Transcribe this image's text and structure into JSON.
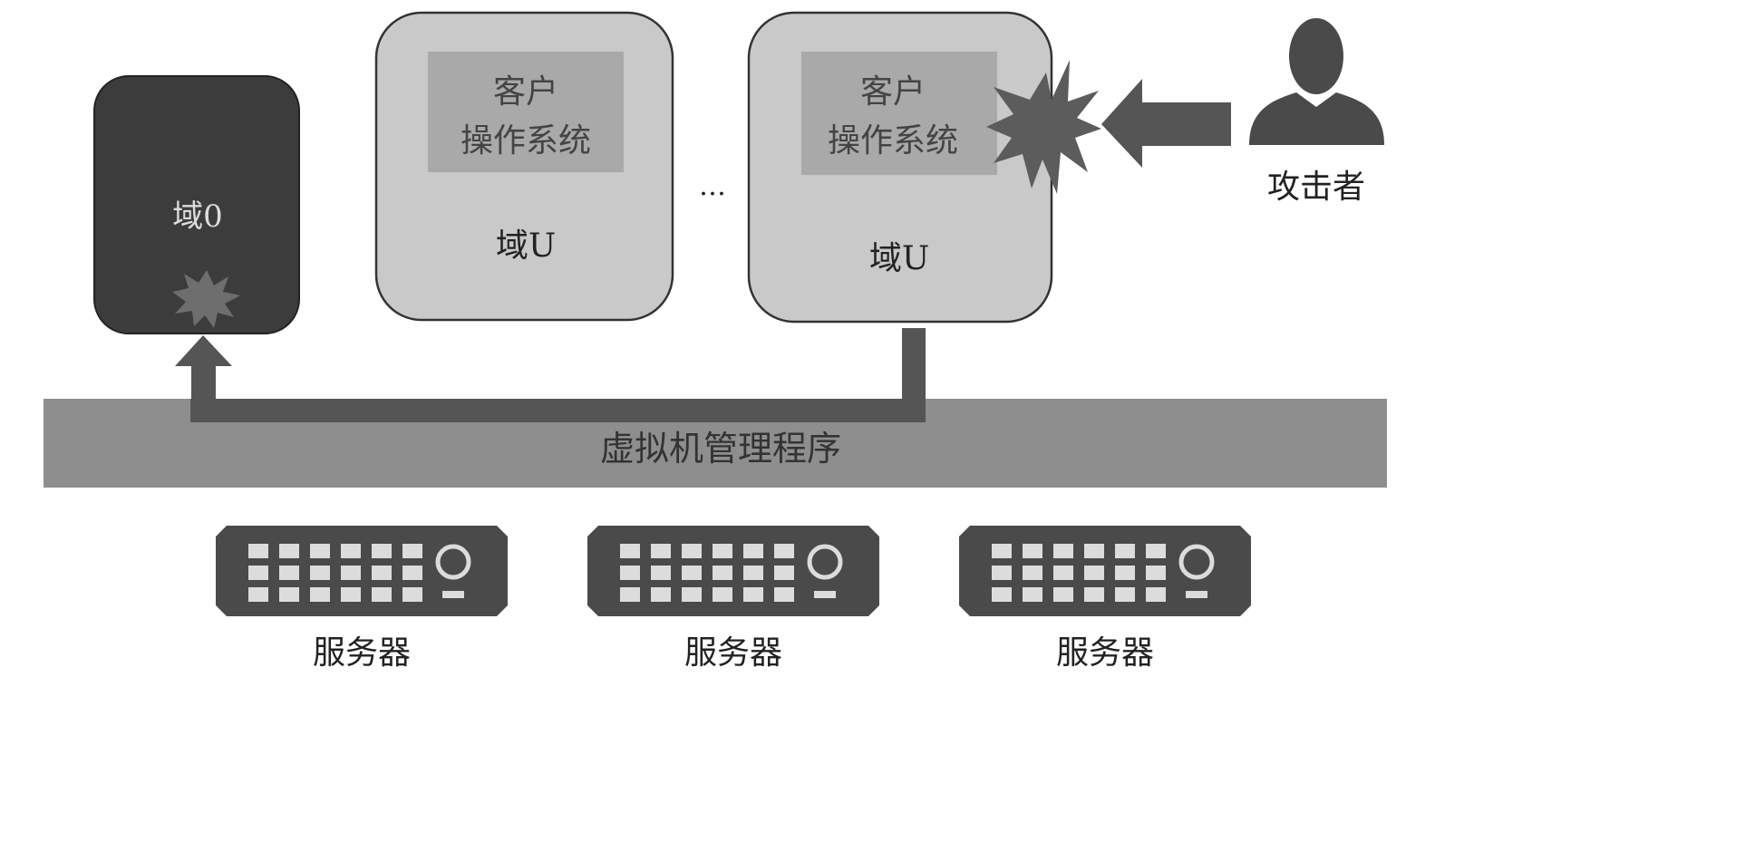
{
  "dom0": {
    "label": "域0"
  },
  "domu_boxes": [
    {
      "guest_os_line1": "客户",
      "guest_os_line2": "操作系统",
      "label": "域U"
    },
    {
      "guest_os_line1": "客户",
      "guest_os_line2": "操作系统",
      "label": "域U"
    }
  ],
  "ellipsis": "…",
  "attacker": {
    "label": "攻击者",
    "icon": "person-icon"
  },
  "hypervisor": {
    "label": "虚拟机管理程序"
  },
  "servers": [
    {
      "label": "服务器",
      "icon": "server-icon"
    },
    {
      "label": "服务器",
      "icon": "server-icon"
    },
    {
      "label": "服务器",
      "icon": "server-icon"
    }
  ],
  "colors": {
    "dark": "#3c3c3c",
    "box": "#c9c9c9",
    "inner": "#a9a9a9",
    "band": "#8e8e8e",
    "arrow": "#555555"
  }
}
